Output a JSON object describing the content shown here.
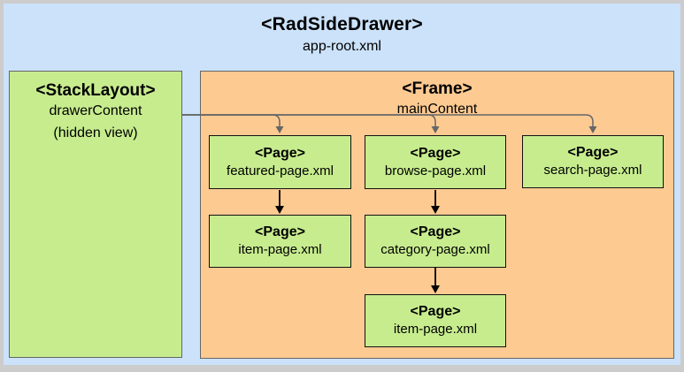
{
  "diagram": {
    "root": {
      "title": "<RadSideDrawer>",
      "subtitle": "app-root.xml"
    },
    "drawer": {
      "title": "<StackLayout>",
      "subtitle": "drawerContent",
      "note": "(hidden view)"
    },
    "frame": {
      "title": "<Frame>",
      "subtitle": "mainContent"
    },
    "pages": [
      {
        "title": "<Page>",
        "file": "featured-page.xml"
      },
      {
        "title": "<Page>",
        "file": "browse-page.xml"
      },
      {
        "title": "<Page>",
        "file": "search-page.xml"
      },
      {
        "title": "<Page>",
        "file": "item-page.xml"
      },
      {
        "title": "<Page>",
        "file": "category-page.xml"
      },
      {
        "title": "<Page>",
        "file": "item-page.xml"
      }
    ],
    "colors": {
      "canvas_border": "#cccccc",
      "root_fill": "#cbe2fa",
      "drawer_fill": "#c7ec8e",
      "frame_fill": "#fdca92",
      "page_fill": "#c7ec8e",
      "box_border": "#666666",
      "page_border": "#111111",
      "connector": "#666666",
      "arrow": "#000000"
    }
  }
}
